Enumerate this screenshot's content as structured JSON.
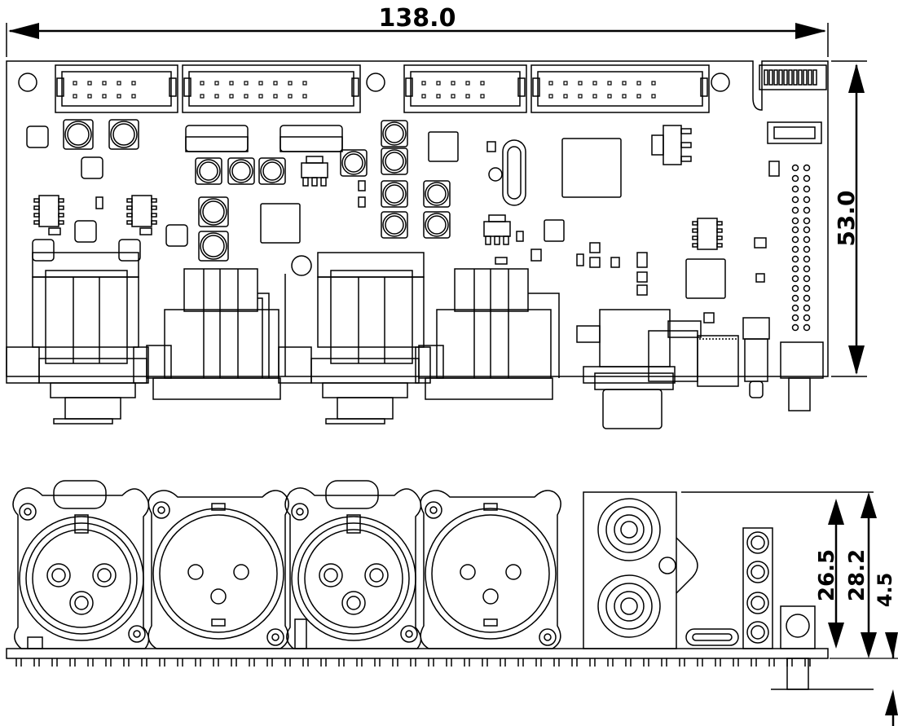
{
  "dimensions": {
    "width": "138.0",
    "height": "53.0",
    "front_height_a": "26.5",
    "front_height_b": "28.2",
    "pcb_offset": "4.5"
  },
  "views": {
    "top_view": "pcb-top-view",
    "front_view": "pcb-front-view"
  },
  "colors": {
    "line": "#000000",
    "background": "#ffffff"
  }
}
